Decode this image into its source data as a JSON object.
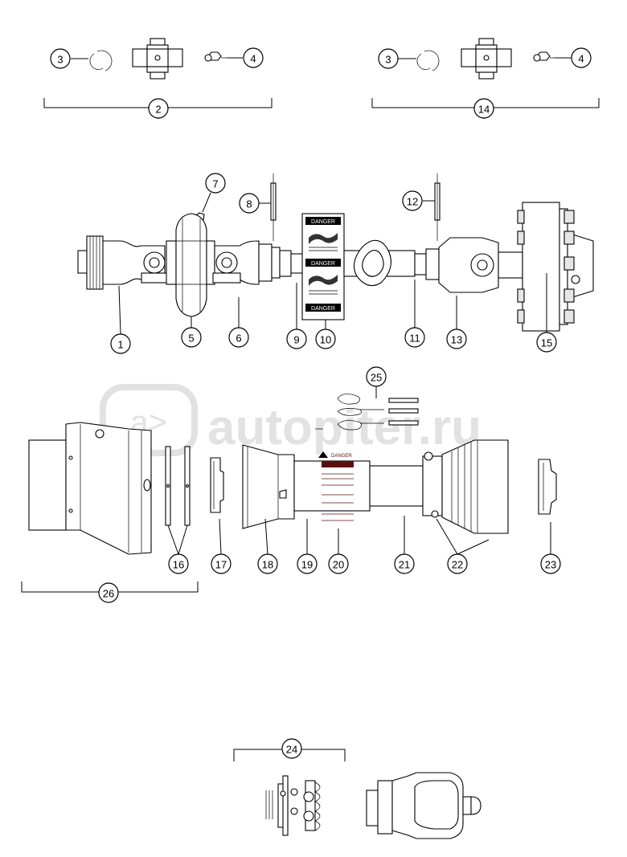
{
  "watermark": {
    "text": "autopiter.ru",
    "logo_glyph": "a>"
  },
  "warning_label": {
    "heading": "DANGER"
  },
  "callouts": [
    {
      "id": "c2",
      "num": "2"
    },
    {
      "id": "c3a",
      "num": "3"
    },
    {
      "id": "c4a",
      "num": "4"
    },
    {
      "id": "c3b",
      "num": "3"
    },
    {
      "id": "c4b",
      "num": "4"
    },
    {
      "id": "c14",
      "num": "14"
    },
    {
      "id": "c7",
      "num": "7"
    },
    {
      "id": "c8",
      "num": "8"
    },
    {
      "id": "c12",
      "num": "12"
    },
    {
      "id": "c1",
      "num": "1"
    },
    {
      "id": "c5",
      "num": "5"
    },
    {
      "id": "c6",
      "num": "6"
    },
    {
      "id": "c9",
      "num": "9"
    },
    {
      "id": "c10",
      "num": "10"
    },
    {
      "id": "c11",
      "num": "11"
    },
    {
      "id": "c13",
      "num": "13"
    },
    {
      "id": "c15",
      "num": "15"
    },
    {
      "id": "c25",
      "num": "25"
    },
    {
      "id": "c16",
      "num": "16"
    },
    {
      "id": "c17",
      "num": "17"
    },
    {
      "id": "c18",
      "num": "18"
    },
    {
      "id": "c19",
      "num": "19"
    },
    {
      "id": "c20",
      "num": "20"
    },
    {
      "id": "c21",
      "num": "21"
    },
    {
      "id": "c22",
      "num": "22"
    },
    {
      "id": "c23",
      "num": "23"
    },
    {
      "id": "c26",
      "num": "26"
    },
    {
      "id": "c24",
      "num": "24"
    }
  ]
}
